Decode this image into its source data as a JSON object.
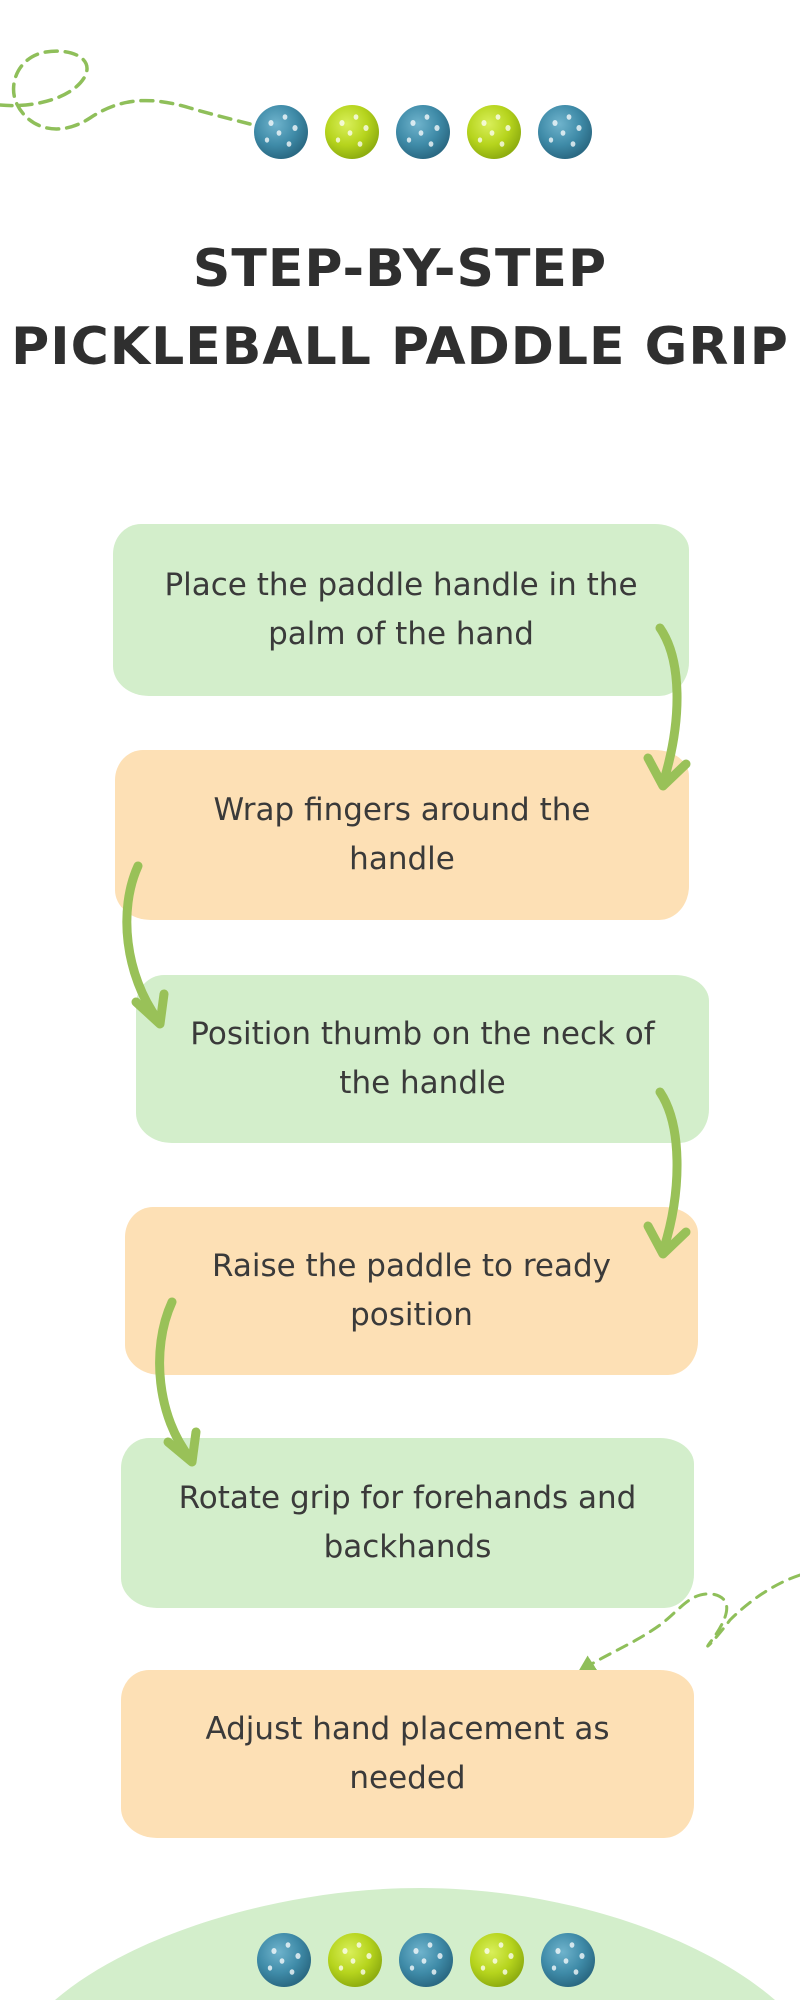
{
  "title": {
    "line1": "STEP-BY-STEP",
    "line2": "PICKLEBALL PADDLE GRIP"
  },
  "steps": [
    {
      "text": "Place the paddle handle in the palm of the hand"
    },
    {
      "text": "Wrap fingers around the handle"
    },
    {
      "text": "Position thumb on the neck of the handle"
    },
    {
      "text": "Raise the paddle to ready position"
    },
    {
      "text": "Rotate grip for forehands and backhands"
    },
    {
      "text": "Adjust hand placement as needed"
    }
  ],
  "colors": {
    "card_green": "#d3eecb",
    "card_peach": "#fde0b5",
    "arrow_green": "#99c158",
    "ball_blue": "#3f8ba8",
    "ball_lime": "#b6d41d",
    "dashed_line": "#8fbf5a",
    "text": "#3a3a3a"
  },
  "icons": {
    "ball": "pickleball-icon",
    "arrow": "curved-arrow-icon"
  }
}
